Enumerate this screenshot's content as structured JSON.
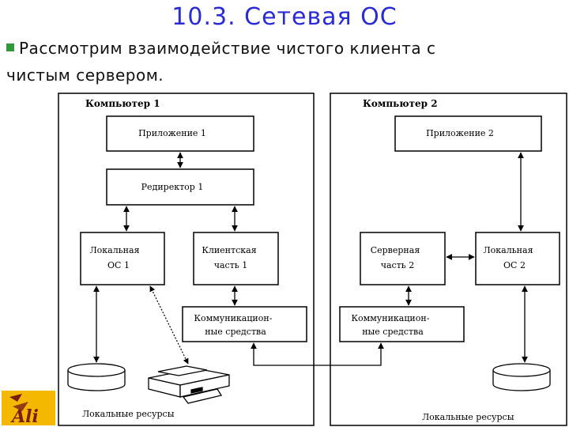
{
  "slide": {
    "title": "10.3. Сетевая ОС",
    "bullet_line1": "Рассмотрим взаимодействие чистого клиента с",
    "bullet_line2": "чистым сервером."
  },
  "computer1": {
    "title": "Компьютер 1",
    "app": "Приложение 1",
    "redirector": "Редиректор 1",
    "local_os_line1": "Локальная",
    "local_os_line2": "ОС 1",
    "client_line1": "Клиентская",
    "client_line2": "часть 1",
    "comm_line1": "Коммуникацион-",
    "comm_line2": "ные средства",
    "resources": "Локальные ресурсы"
  },
  "computer2": {
    "title": "Компьютер 2",
    "app": "Приложение 2",
    "server_line1": "Серверная",
    "server_line2": "часть 2",
    "local_os_line1": "Локальная",
    "local_os_line2": "ОС 2",
    "comm_line1": "Коммуникацион-",
    "comm_line2": "ные средства",
    "resources": "Локальные ресурсы"
  },
  "logo": {
    "text": "Ali"
  },
  "colors": {
    "title": "#2b2bd4",
    "bullet": "#2e9a3a",
    "logo_bg": "#f5b800",
    "logo_fg": "#7a1d12"
  }
}
